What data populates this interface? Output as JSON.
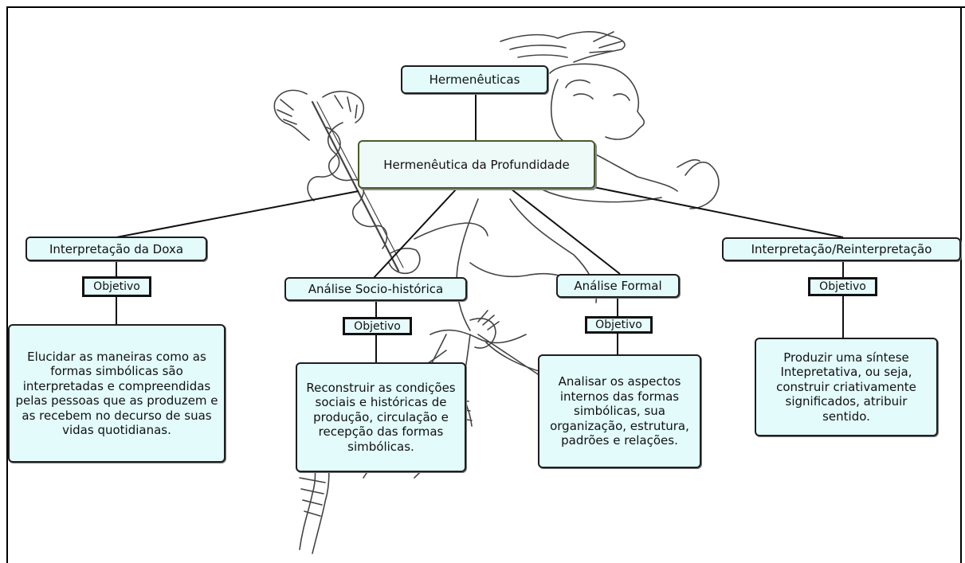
{
  "root": {
    "label": "Hermenêuticas"
  },
  "center": {
    "label": "Hermenêutica da Profundidade"
  },
  "branches": [
    {
      "title": "Interpretação da Doxa",
      "tag": "Objetivo",
      "objective": "Elucidar as maneiras como as formas simbólicas são interpretadas e compreendidas pelas pessoas que as produzem e as recebem no decurso de suas vidas quotidianas."
    },
    {
      "title": "Análise Socio-histórica",
      "tag": "Objetivo",
      "objective": "Reconstruir as condições sociais e históricas de produção, circulação e recepção das formas simbólicas."
    },
    {
      "title": "Análise Formal",
      "tag": "Objetivo",
      "objective": "Analisar os aspectos internos das formas simbólicas, sua organização, estrutura, padrões e relações."
    },
    {
      "title": "Interpretação/Reinterpretação",
      "tag": "Objetivo",
      "objective": "Produzir uma síntese Intepretativa, ou seja, construir criativamente significados, atribuir sentido."
    }
  ],
  "colors": {
    "node_fill": "#e3fbfb",
    "border": "#1e1e1e",
    "line": "#111111",
    "illustration": "#444444"
  },
  "illustration": "hermes-figure-line-drawing"
}
